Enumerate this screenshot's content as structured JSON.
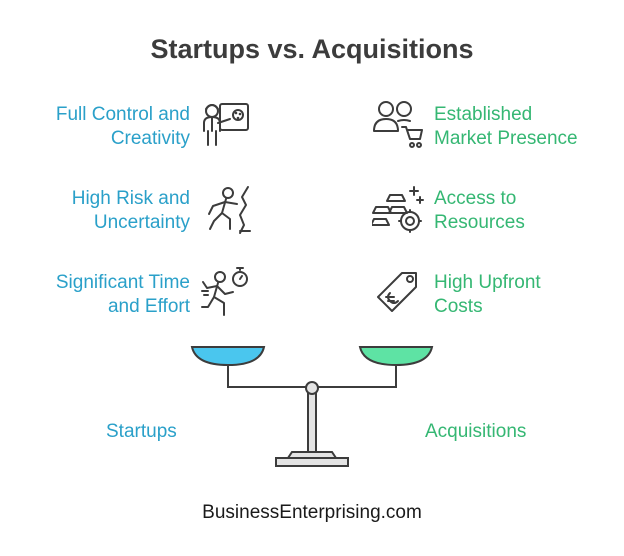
{
  "title": "Startups vs. Acquisitions",
  "startups": {
    "items": [
      {
        "label": "Full Control and\nCreativity",
        "icon": "painter-icon"
      },
      {
        "label": "High Risk and\nUncertainty",
        "icon": "climber-icon"
      },
      {
        "label": "Significant Time\nand Effort",
        "icon": "runner-stopwatch-icon"
      }
    ],
    "label": "Startups",
    "color": "#2aa0c9"
  },
  "acquisitions": {
    "items": [
      {
        "label": "Established\nMarket Presence",
        "icon": "customers-cart-icon"
      },
      {
        "label": "Access to\nResources",
        "icon": "gold-bars-icon"
      },
      {
        "label": "High Upfront\nCosts",
        "icon": "price-tag-icon"
      }
    ],
    "label": "Acquisitions",
    "color": "#35b773"
  },
  "footer": "BusinessEnterprising.com"
}
